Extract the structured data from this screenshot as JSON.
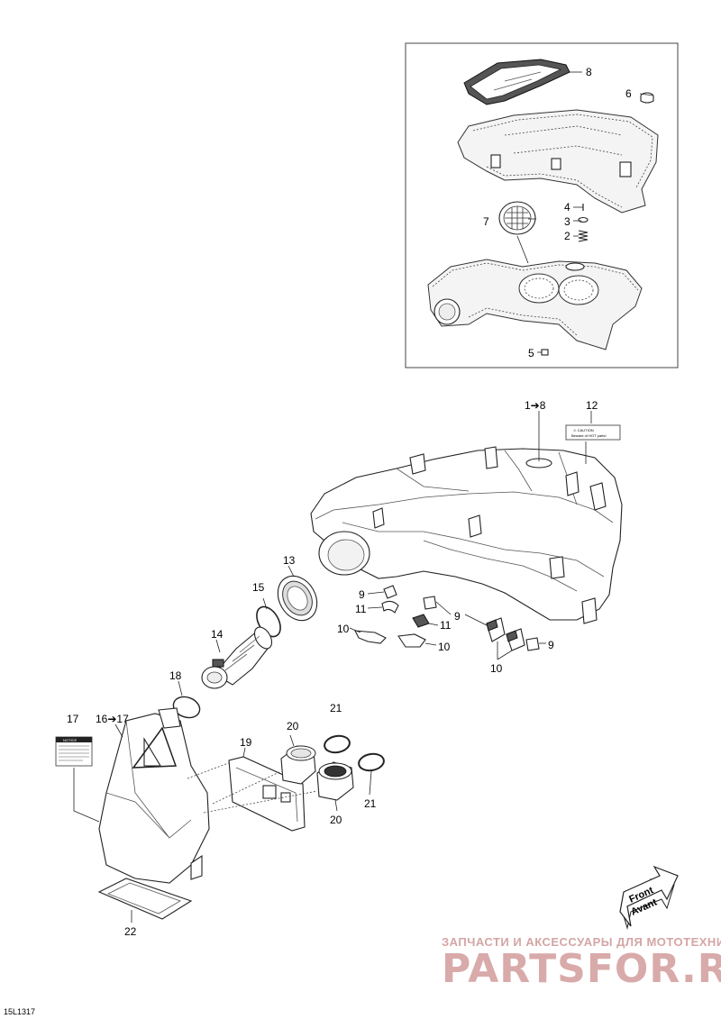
{
  "callouts": {
    "c1to8": "1➔8",
    "c2": "2",
    "c3": "3",
    "c4": "4",
    "c5": "5",
    "c6": "6",
    "c7": "7",
    "c8": "8",
    "c9a": "9",
    "c9b": "9",
    "c9c": "9",
    "c10a": "10",
    "c10b": "10",
    "c10c": "10",
    "c11a": "11",
    "c11b": "11",
    "c12": "12",
    "c13": "13",
    "c14": "14",
    "c15": "15",
    "c16to17": "16➔17",
    "c17": "17",
    "c18": "18",
    "c19": "19",
    "c20a": "20",
    "c20b": "20",
    "c21a": "21",
    "c21b": "21",
    "c22": "22"
  },
  "labels": {
    "caution_title": "⚠ CAUTION",
    "caution_text": "Beware of HOT parts!",
    "notice_title": "NOTICE"
  },
  "direction": {
    "line1": "Front",
    "line2": "Avant"
  },
  "watermark": {
    "tagline": "ЗАПЧАСТИ И АКСЕССУАРЫ ДЛЯ МОТОТЕХНИКИ",
    "brand": "PARTSFOR.RU"
  },
  "figure_ref": "15L1317"
}
